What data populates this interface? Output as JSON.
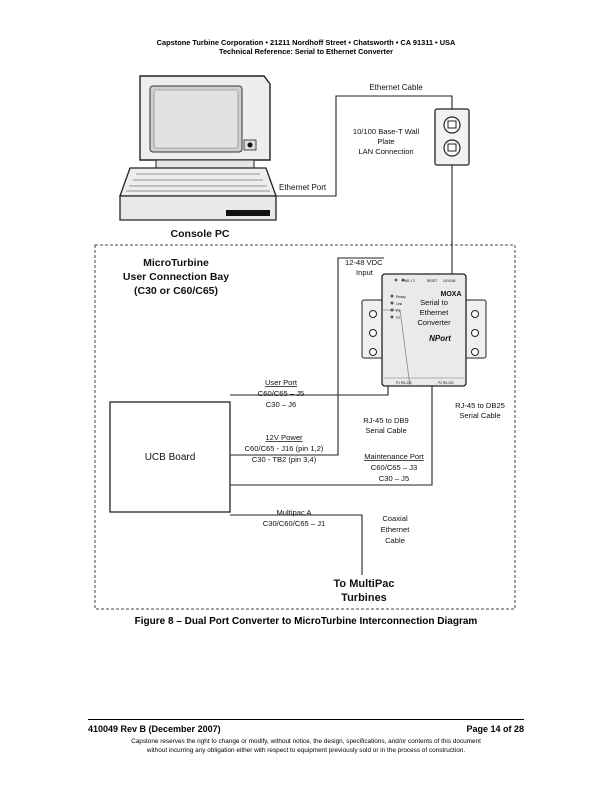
{
  "header": {
    "line1": "Capstone Turbine Corporation • 21211 Nordhoff Street • Chatsworth • CA 91311 • USA",
    "line2": "Technical Reference: Serial to Ethernet Converter"
  },
  "diagram": {
    "ethernet_cable": "Ethernet Cable",
    "wall_plate": [
      "10/100 Base-T Wall",
      "Plate",
      "LAN Connection"
    ],
    "ethernet_port": "Ethernet Port",
    "console_pc": "Console PC",
    "bay_title": [
      "MicroTurbine",
      "User Connection Bay",
      "(C30 or C60/C65)"
    ],
    "vdc": [
      "12-48 VDC",
      "Input"
    ],
    "converter": {
      "brand": "MOXA",
      "label": [
        "Serial to",
        "Ethernet",
        "Converter"
      ],
      "nport": "NPort",
      "leds": [
        "Ready",
        "Link",
        "P1",
        "P2"
      ],
      "top_labels": [
        "RESET",
        "10/100M"
      ],
      "port_labels": [
        "P1 RS-232",
        "P2 RS-232"
      ]
    },
    "user_port": [
      "User Port",
      "C60/C65 – J5",
      "C30 – J6"
    ],
    "rj45_db9": [
      "RJ-45 to DB9",
      "Serial Cable"
    ],
    "rj45_db25": [
      "RJ-45 to DB25",
      "Serial Cable"
    ],
    "power": [
      "12V Power",
      "C60/C65 - J16 (pin 1,2)",
      "C30 - TB2 (pin 3,4)"
    ],
    "ucb_board": "UCB Board",
    "maintenance": [
      "Maintenance Port",
      "C60/C65 – J3",
      "C30 – J5"
    ],
    "multipac": [
      "Multipac A",
      "C30/C60/C65 – J1"
    ],
    "coax": [
      "Coaxial",
      "Ethernet",
      "Cable"
    ],
    "to_multipac": [
      "To MultiPac",
      "Turbines"
    ]
  },
  "caption": "Figure 8 – Dual Port Converter to MicroTurbine Interconnection Diagram",
  "footer": {
    "doc_rev": "410049 Rev B (December 2007)",
    "page": "Page 14 of 28",
    "disclaimer1": "Capstone reserves the right to change or modify, without notice, the design, specifications, and/or contents of this document",
    "disclaimer2": "without incurring any obligation either with respect to equipment previously sold or in the process of construction."
  }
}
